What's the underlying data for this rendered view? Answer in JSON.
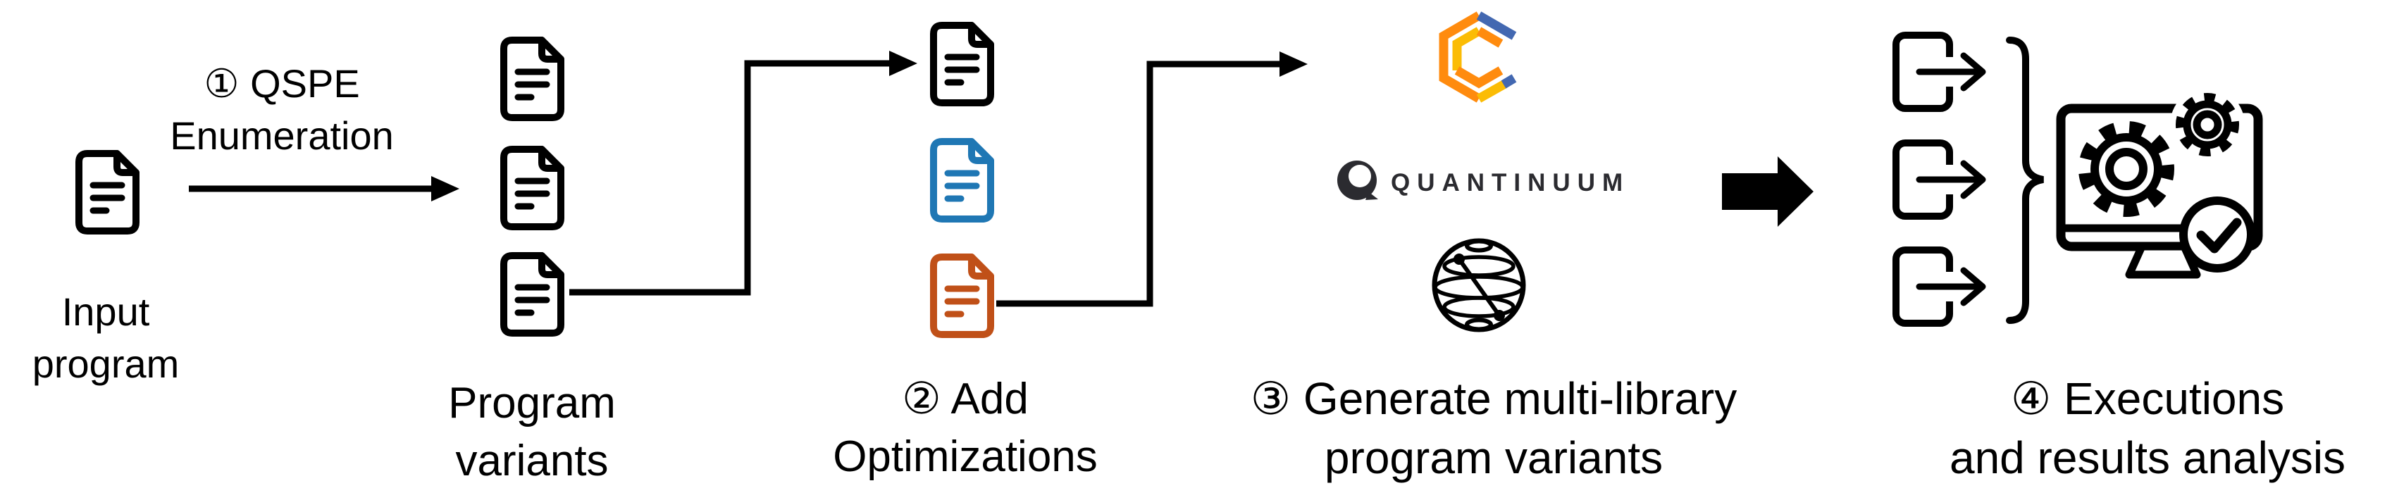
{
  "figure": {
    "type": "workflow-diagram",
    "background": "#ffffff",
    "step_count": 4
  },
  "captions": {
    "input": {
      "line1": "Input",
      "line2": "program"
    },
    "qspe": {
      "line1": "① QSPE",
      "line2": "Enumeration"
    },
    "variants": {
      "line1": "Program",
      "line2": "variants"
    },
    "optimize": {
      "line1": "② Add",
      "line2": "Optimizations"
    },
    "generate": {
      "line1": "③ Generate multi-library",
      "line2": "program variants"
    },
    "executions": {
      "line1": "④ Executions",
      "line2": "and results analysis"
    }
  },
  "logos": {
    "quantinuum_wordmark": "QUANTINUUM",
    "icon_names": [
      "cirq-logo",
      "quantinuum-logo",
      "bloch-sphere-logo"
    ]
  },
  "icons": {
    "document": "document-icon",
    "export_document": "export-document-icon",
    "monitor_gears_check": "monitor-analysis-icon",
    "brace": "grouping-brace",
    "arrows": [
      "qspe-arrow",
      "variants-to-optimize-arrow",
      "optimize-to-libraries-arrow",
      "libraries-to-executions-arrow"
    ]
  },
  "colors": {
    "line": "#000000",
    "text": "#000000",
    "doc_black": "#000000",
    "doc_blue": "#1f77b4",
    "doc_orange": "#c05018",
    "cirq_orange": "#ff8b0e",
    "cirq_yellow": "#fbbc05",
    "cirq_blue": "#4368b1",
    "quantinuum_dark": "#2b2b30"
  }
}
